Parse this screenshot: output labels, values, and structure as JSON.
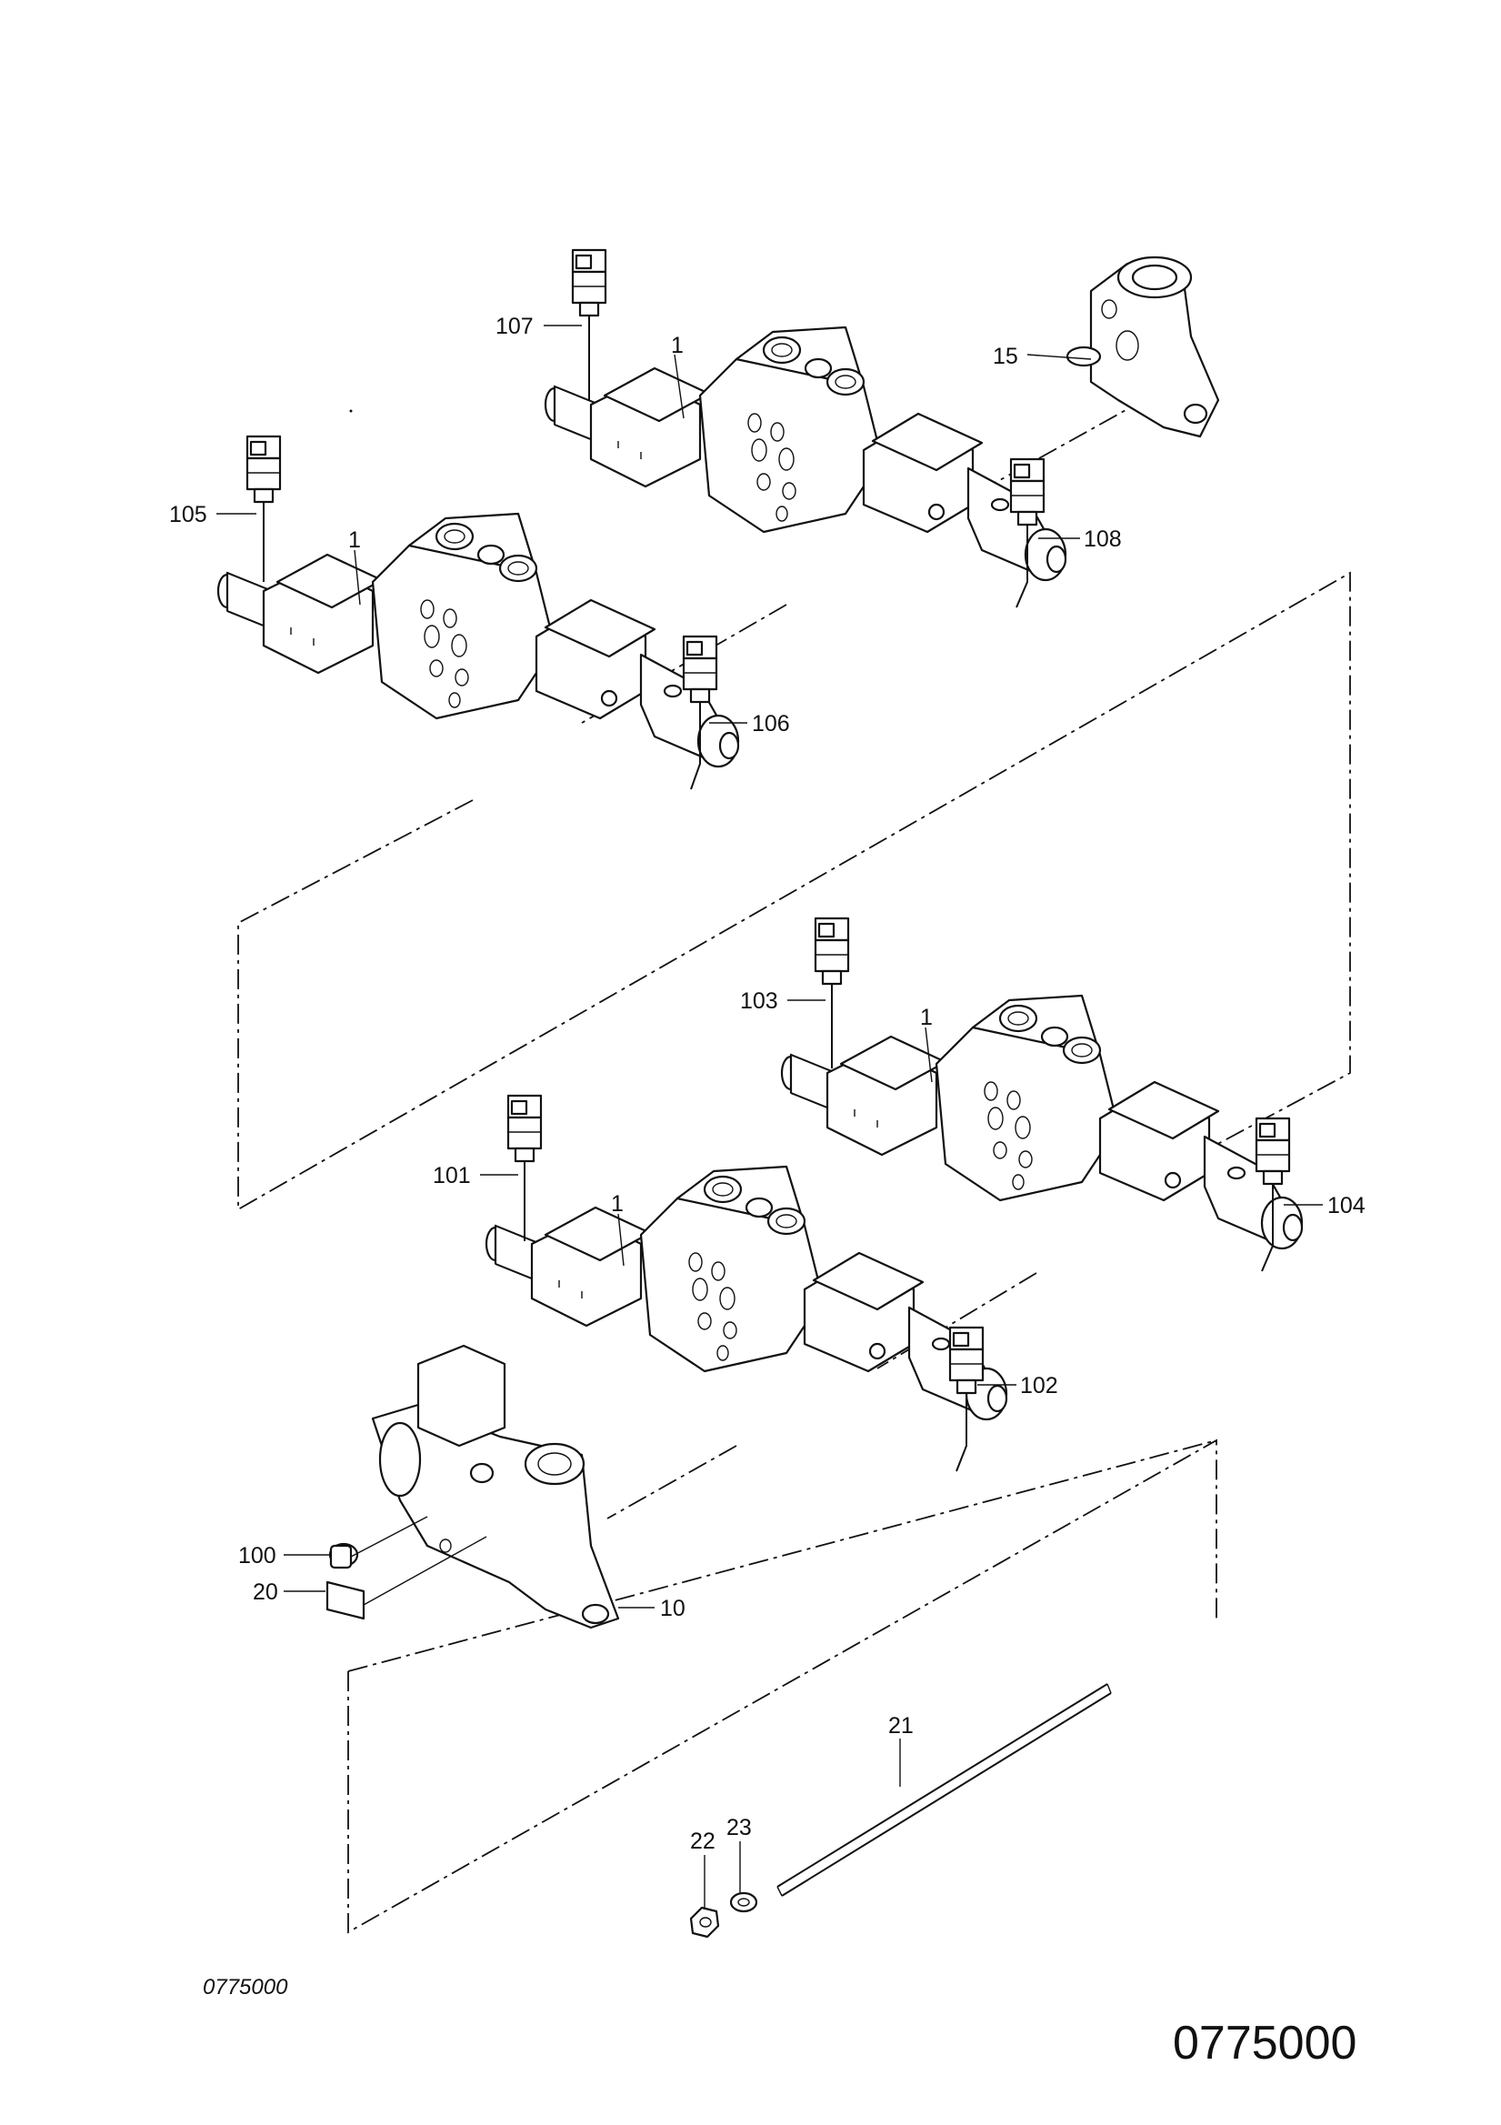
{
  "diagram": {
    "labels": {
      "l1": "1",
      "l10": "10",
      "l15": "15",
      "l20": "20",
      "l21": "21",
      "l22": "22",
      "l23": "23",
      "l100": "100",
      "l101": "101",
      "l102": "102",
      "l103": "103",
      "l104": "104",
      "l105": "105",
      "l106": "106",
      "l107": "107",
      "l108": "108"
    },
    "figure_code_small": "0775000",
    "figure_code_large": "0775000"
  }
}
